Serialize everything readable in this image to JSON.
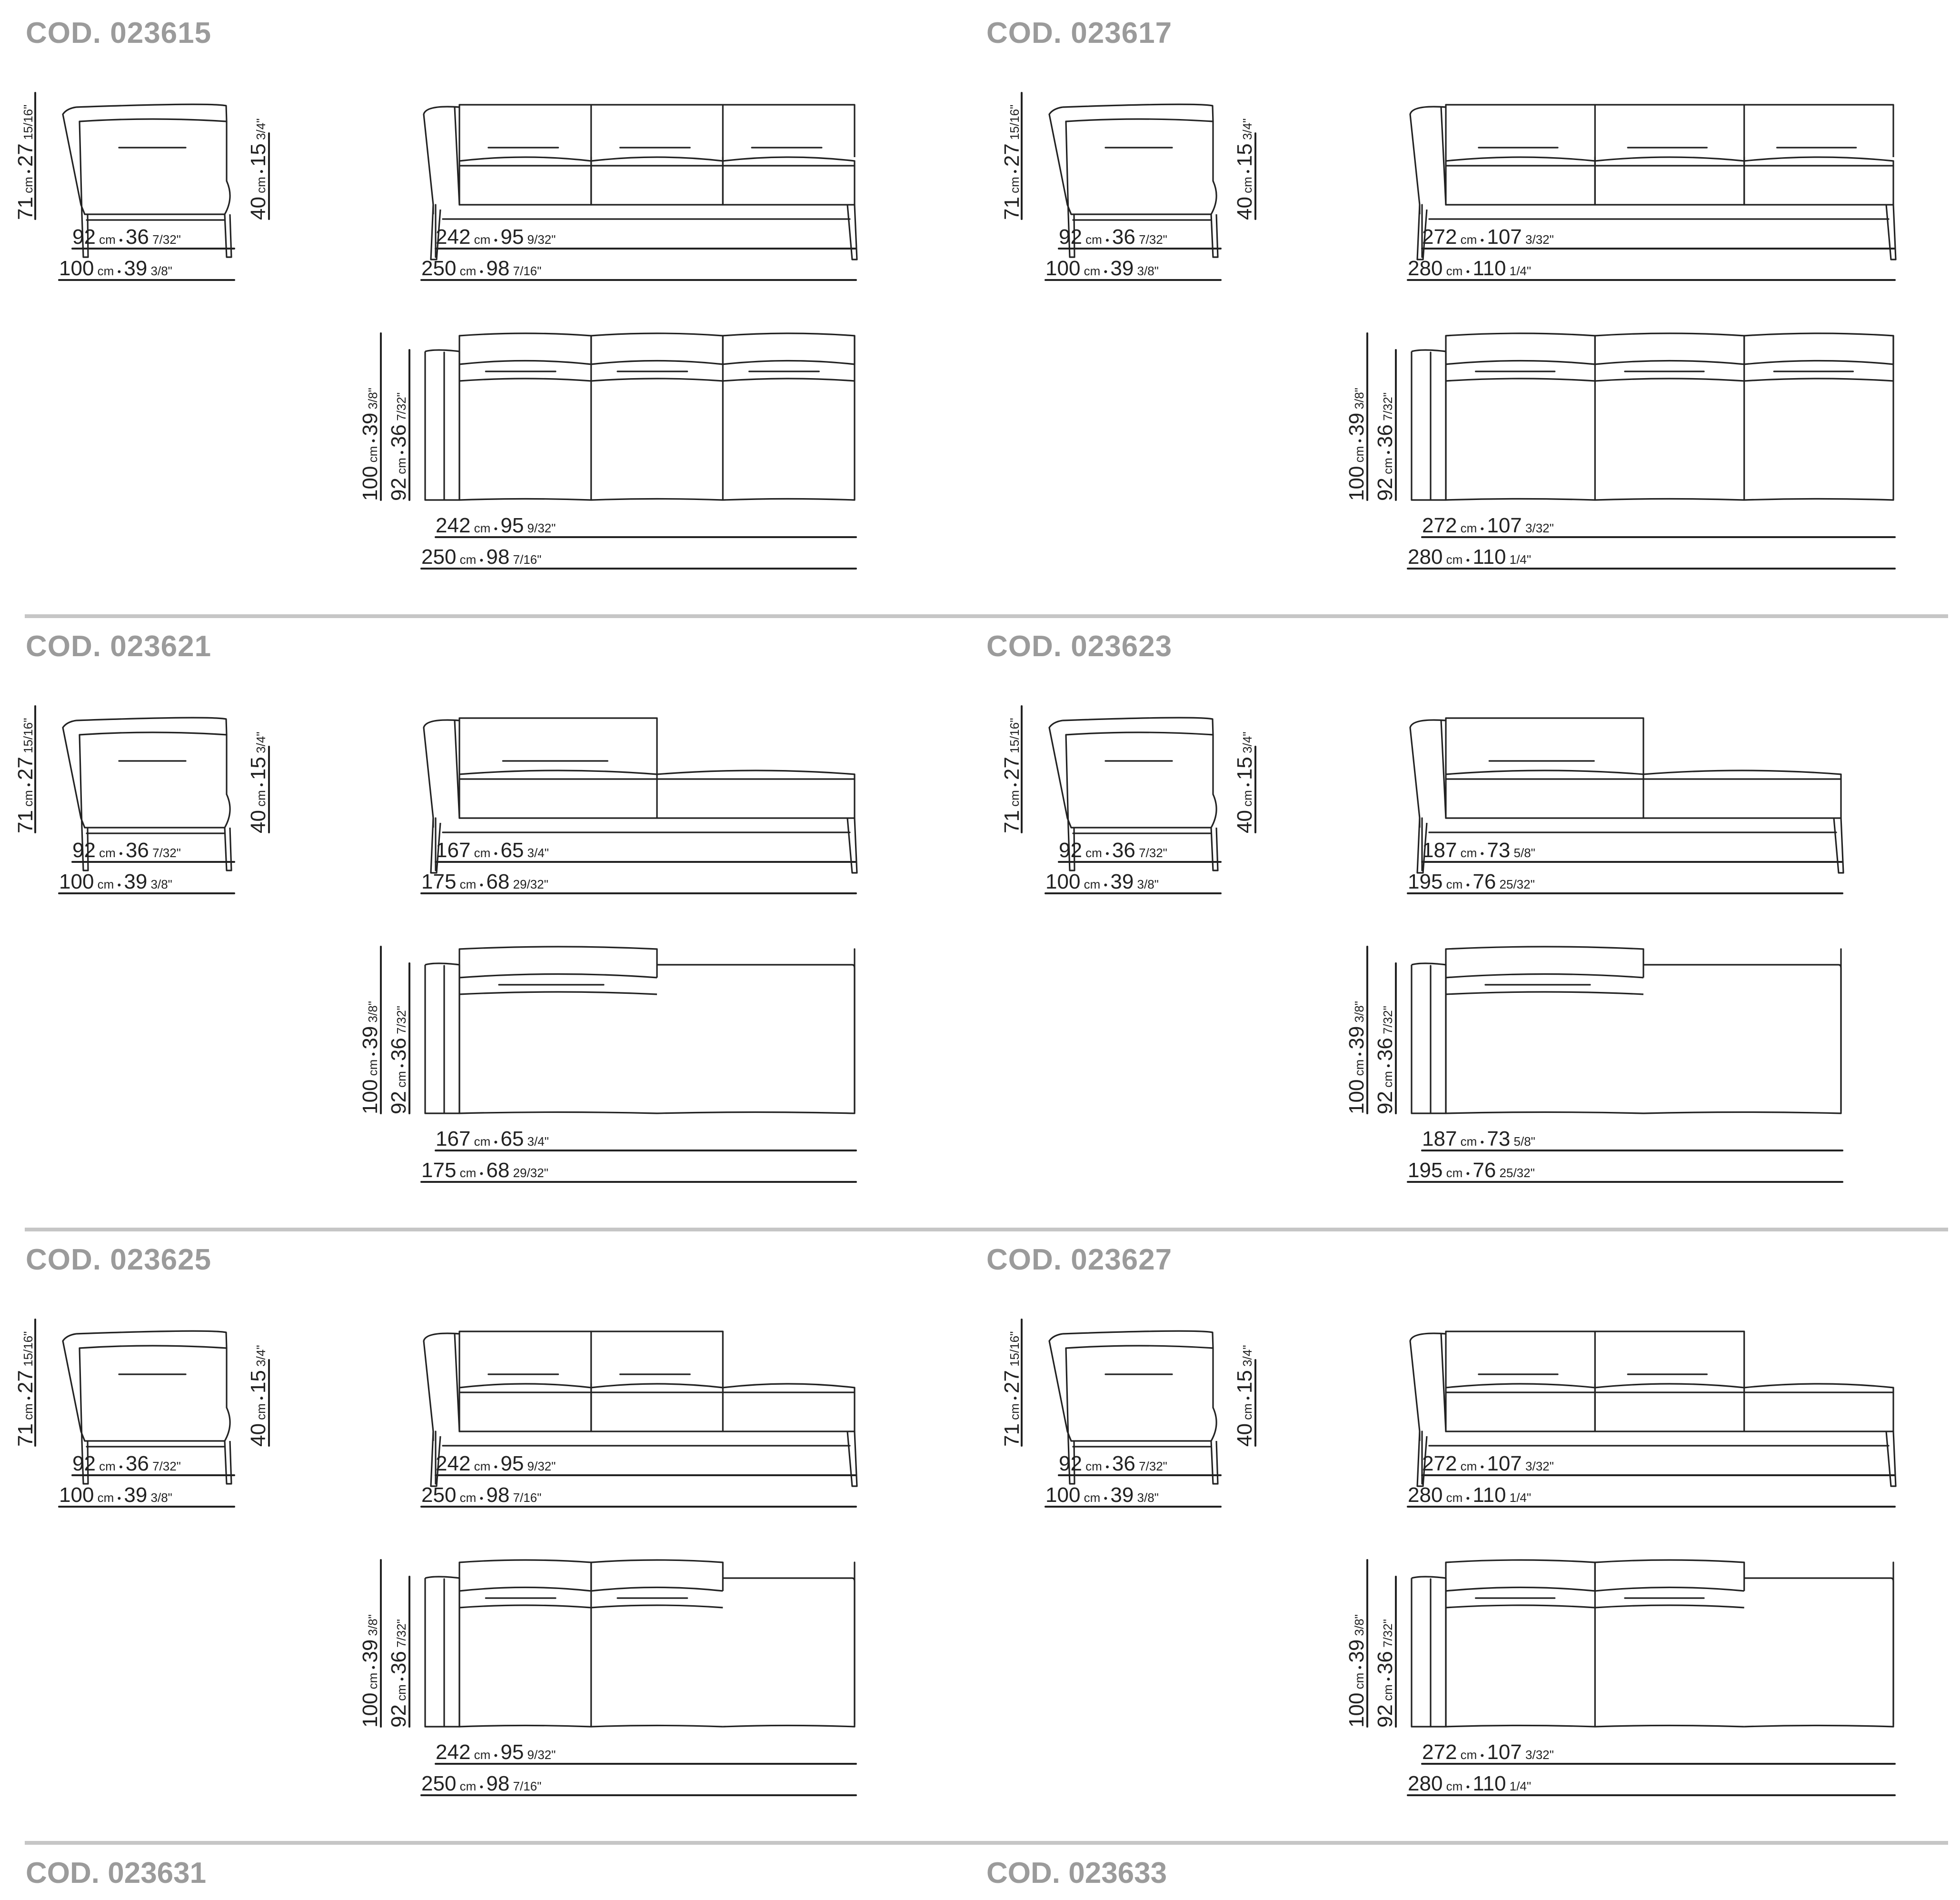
{
  "sheet": {
    "dot": "•",
    "products": [
      {
        "code": "COD. 023615",
        "side": {
          "h_total": "71 cm • 27 15/16\"",
          "h_seat": "40 cm • 15 3/4\"",
          "w_inner": "92 cm • 36 7/32\"",
          "w_outer": "100 cm • 39 3/8\""
        },
        "front": {
          "modules": [
            "seat",
            "seat",
            "seat"
          ],
          "w_inner": "242 cm • 95 9/32\"",
          "w_outer": "250 cm • 98 7/16\""
        },
        "plan": {
          "d_outer": "100 cm • 39 3/8\"",
          "d_inner": "92 cm • 36 7/32\"",
          "w_inner": "242 cm • 95 9/32\"",
          "w_outer": "250 cm • 98 7/16\""
        }
      },
      {
        "code": "COD. 023617",
        "side": {
          "h_total": "71 cm • 27 15/16\"",
          "h_seat": "40 cm • 15 3/4\"",
          "w_inner": "92 cm • 36 7/32\"",
          "w_outer": "100 cm • 39 3/8\""
        },
        "front": {
          "modules": [
            "seat",
            "seat",
            "seat"
          ],
          "w_inner": "272 cm • 107 3/32\"",
          "w_outer": "280 cm • 110 1/4\""
        },
        "plan": {
          "d_outer": "100 cm • 39 3/8\"",
          "d_inner": "92 cm • 36 7/32\"",
          "w_inner": "272 cm • 107 3/32\"",
          "w_outer": "280 cm • 110 1/4\""
        }
      },
      {
        "code": "COD. 023621",
        "side": {
          "h_total": "71 cm • 27 15/16\"",
          "h_seat": "40 cm • 15 3/4\"",
          "w_inner": "92 cm • 36 7/32\"",
          "w_outer": "100 cm • 39 3/8\""
        },
        "front": {
          "modules": [
            "seat",
            "chaise"
          ],
          "w_inner": "167 cm • 65 3/4\"",
          "w_outer": "175 cm • 68 29/32\""
        },
        "plan": {
          "d_outer": "100 cm • 39 3/8\"",
          "d_inner": "92 cm • 36 7/32\"",
          "w_inner": "167 cm • 65 3/4\"",
          "w_outer": "175 cm • 68 29/32\""
        }
      },
      {
        "code": "COD. 023623",
        "side": {
          "h_total": "71 cm • 27 15/16\"",
          "h_seat": "40 cm • 15 3/4\"",
          "w_inner": "92 cm • 36 7/32\"",
          "w_outer": "100 cm • 39 3/8\""
        },
        "front": {
          "modules": [
            "seat",
            "chaise"
          ],
          "w_inner": "187 cm • 73 5/8\"",
          "w_outer": "195 cm • 76 25/32\""
        },
        "plan": {
          "d_outer": "100 cm • 39 3/8\"",
          "d_inner": "92 cm • 36 7/32\"",
          "w_inner": "187 cm • 73 5/8\"",
          "w_outer": "195 cm • 76 25/32\""
        }
      },
      {
        "code": "COD. 023625",
        "side": {
          "h_total": "71 cm • 27 15/16\"",
          "h_seat": "40 cm • 15 3/4\"",
          "w_inner": "92 cm • 36 7/32\"",
          "w_outer": "100 cm • 39 3/8\""
        },
        "front": {
          "modules": [
            "seat",
            "seat",
            "chaise"
          ],
          "w_inner": "242 cm • 95 9/32\"",
          "w_outer": "250 cm • 98 7/16\""
        },
        "plan": {
          "d_outer": "100 cm • 39 3/8\"",
          "d_inner": "92 cm • 36 7/32\"",
          "w_inner": "242 cm • 95 9/32\"",
          "w_outer": "250 cm • 98 7/16\""
        }
      },
      {
        "code": "COD. 023627",
        "side": {
          "h_total": "71 cm • 27 15/16\"",
          "h_seat": "40 cm • 15 3/4\"",
          "w_inner": "92 cm • 36 7/32\"",
          "w_outer": "100 cm • 39 3/8\""
        },
        "front": {
          "modules": [
            "seat",
            "seat",
            "chaise"
          ],
          "w_inner": "272 cm • 107 3/32\"",
          "w_outer": "280 cm • 110 1/4\""
        },
        "plan": {
          "d_outer": "100 cm • 39 3/8\"",
          "d_inner": "92 cm • 36 7/32\"",
          "w_inner": "272 cm • 107 3/32\"",
          "w_outer": "280 cm • 110 1/4\""
        }
      }
    ],
    "next_codes": [
      "COD. 023631",
      "COD. 023633"
    ],
    "colors": {
      "heading": "#9b9b9b",
      "divider": "#c6c6c6",
      "line": "#222222"
    }
  }
}
